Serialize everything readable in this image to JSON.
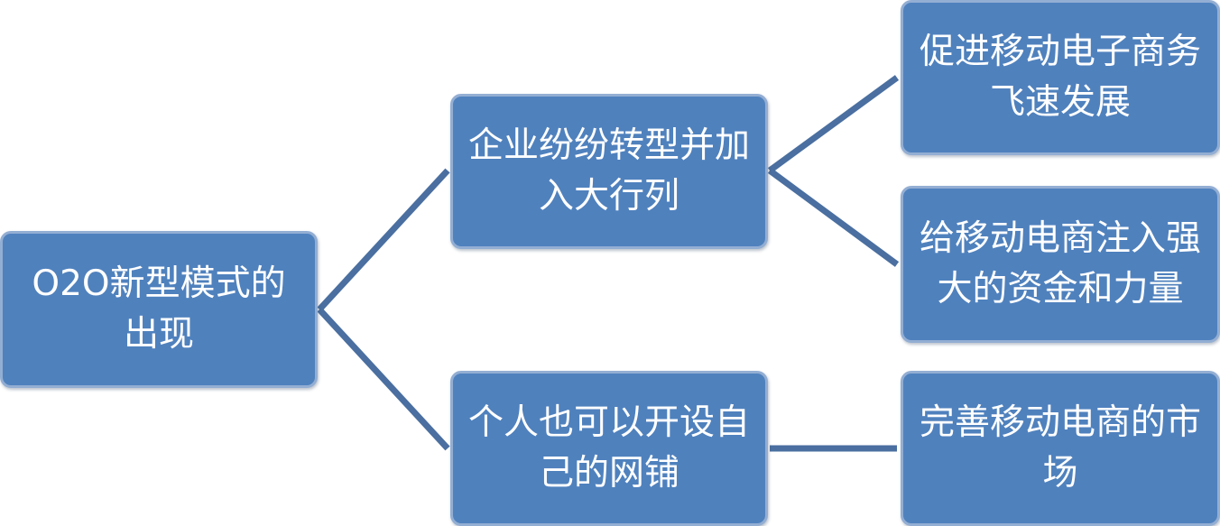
{
  "diagram": {
    "nodes": {
      "root": {
        "text": "O2O新型模式的出现"
      },
      "mid1": {
        "text": "企业纷纷转型并加入大行列"
      },
      "mid2": {
        "text": "个人也可以开设自己的网铺"
      },
      "leaf1": {
        "text": "促进移动电子商务飞速发展"
      },
      "leaf2": {
        "text": "给移动电商注入强大的资金和力量"
      },
      "leaf3": {
        "text": "完善移动电商的市场"
      }
    },
    "edges": [
      {
        "from": "root",
        "to": "mid1"
      },
      {
        "from": "root",
        "to": "mid2"
      },
      {
        "from": "mid1",
        "to": "leaf1"
      },
      {
        "from": "mid1",
        "to": "leaf2"
      },
      {
        "from": "mid2",
        "to": "leaf3"
      }
    ],
    "colors": {
      "node_fill": "#4f81bd",
      "node_border": "#93aed3",
      "connector": "#4a6fa0",
      "text": "#ffffff"
    }
  }
}
